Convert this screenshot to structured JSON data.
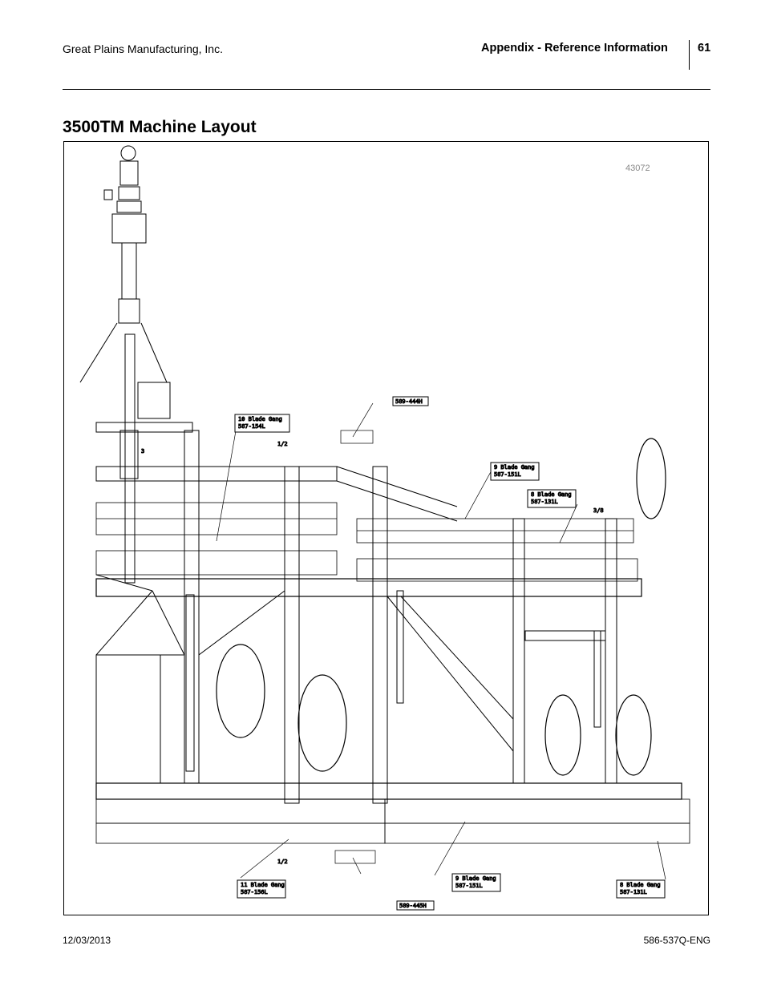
{
  "header": {
    "company": "Great Plains Manufacturing, Inc.",
    "section": "Appendix - Reference Information",
    "page_number": "61"
  },
  "title": "3500TM Machine Layout",
  "figure": {
    "number": "43072",
    "callouts": {
      "gang_10_top": {
        "line1": "10 Blade Gang",
        "line2": "587-154L"
      },
      "part_589_444h": "589-444H",
      "gang_9_top": {
        "line1": "9 Blade Gang",
        "line2": "587-151L"
      },
      "gang_8_top": {
        "line1": "8 Blade Gang",
        "line2": "587-131L"
      },
      "dim_half_top": "1/2",
      "dim_three": "3",
      "dim_3_8": "3/8",
      "dim_half_bottom": "1/2",
      "gang_11_bottom": {
        "line1": "11 Blade Gang",
        "line2": "587-156L"
      },
      "gang_9_bottom": {
        "line1": "9 Blade Gang",
        "line2": "587-151L"
      },
      "gang_8_bottom": {
        "line1": "8 Blade Gang",
        "line2": "587-131L"
      },
      "part_589_445h": "589-445H"
    }
  },
  "footer": {
    "date": "12/03/2013",
    "doc_number": "586-537Q-ENG"
  }
}
